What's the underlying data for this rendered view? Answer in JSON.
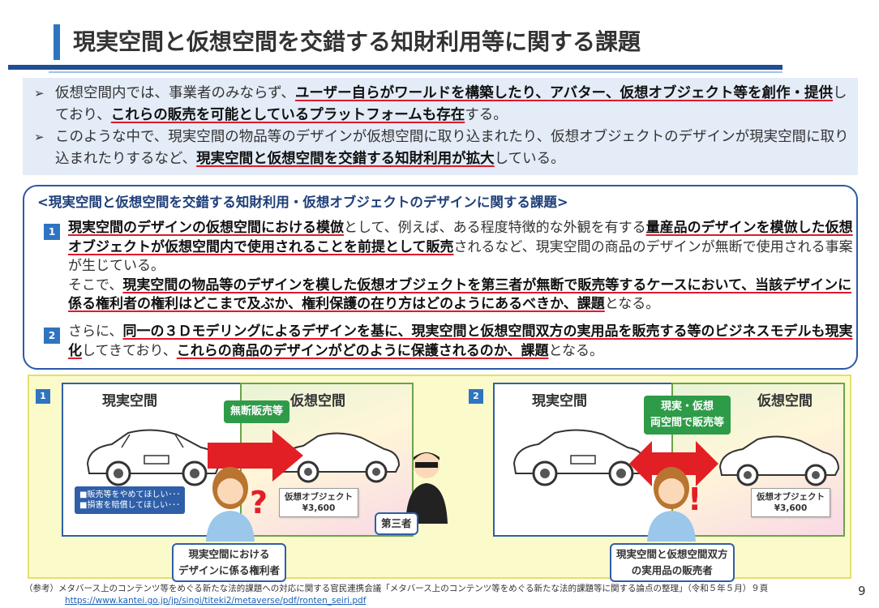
{
  "title": "現実空間と仮想空間を交錯する知財利用等に関する課題",
  "intro": {
    "b1": [
      "仮想空間内では、事業者のみならず、",
      "ユーザー自らがワールドを構築したり、アバター、仮想オブジェクト等を創作・提供",
      "しており、",
      "これらの販売を可能としているプラットフォームも存在",
      "する。"
    ],
    "b2": [
      "このような中で、現実空間の物品等のデザインが仮想空間に取り込まれたり、仮想オブジェクトのデザインが現実空間に取り込まれたりするなど、",
      "現実空間と仮想空間を交錯する知財利用が拡大",
      "している。"
    ],
    "marker": "➢"
  },
  "issues": {
    "heading": "<現実空間と仮想空間を交錯する知財利用・仮想オブジェクトのデザインに関する課題>",
    "n1": "1",
    "n2": "2",
    "p1": [
      "現実空間のデザインの仮想空間における模倣",
      "として、例えば、ある程度特徴的な外観を有する",
      "量産品のデザインを模倣した仮想オブジェクトが仮想空間内で使用されることを前提として販売",
      "されるなど、現実空間の商品のデザインが無断で使用される事案が生じている。"
    ],
    "p1b": [
      "そこで、",
      "現実空間の物品等のデザインを模した仮想オブジェクトを第三者が無断で販売等するケースにおいて、当該デザインに係る権利者の権利はどこまで及ぶか、権利保護の在り方はどのようにあるべきか、課題",
      "となる。"
    ],
    "p2": [
      "さらに、",
      "同一の３Ｄモデリングによるデザインを基に、現実空間と仮想空間双方の実用品を販売する等のビジネスモデルも現実化",
      "してきており、",
      "これらの商品のデザインがどのように保護されるのか、課題",
      "となる。"
    ]
  },
  "scene1": {
    "num": "1",
    "real": "現実空間",
    "virtual": "仮想空間",
    "bubble": "無断販売等",
    "tag": [
      "仮想オブジェクト",
      "¥3,600"
    ],
    "wish": [
      "■販売等をやめてほしい･･･",
      "■損害を賠償してほしい･･･"
    ],
    "third": "第三者",
    "holder": [
      "現実空間における",
      "デザインに係る権利者"
    ],
    "mark": "?"
  },
  "scene2": {
    "num": "2",
    "real": "現実空間",
    "virtual": "仮想空間",
    "bubble": [
      "現実・仮想",
      "両空間で販売等"
    ],
    "tag": [
      "仮想オブジェクト",
      "¥3,600"
    ],
    "seller": [
      "現実空間と仮想空間双方",
      "の実用品の販売者"
    ],
    "mark": "!"
  },
  "footnote": "（参考）メタバース上のコンテンツ等をめぐる新たな法的課題への対応に関する官民連携会議「メタバース上のコンテンツ等をめぐる新たな法的課題等に関する論点の整理」（令和５年５月）９頁",
  "footurl": "https://www.kantei.go.jp/jp/singi/titeki2/metaverse/pdf/ronten_seiri.pdf",
  "page": "9",
  "colors": {
    "accent": "#2f74c0",
    "navy": "#1f4e93",
    "underline": "#e0192e",
    "green": "#2e9b48"
  }
}
